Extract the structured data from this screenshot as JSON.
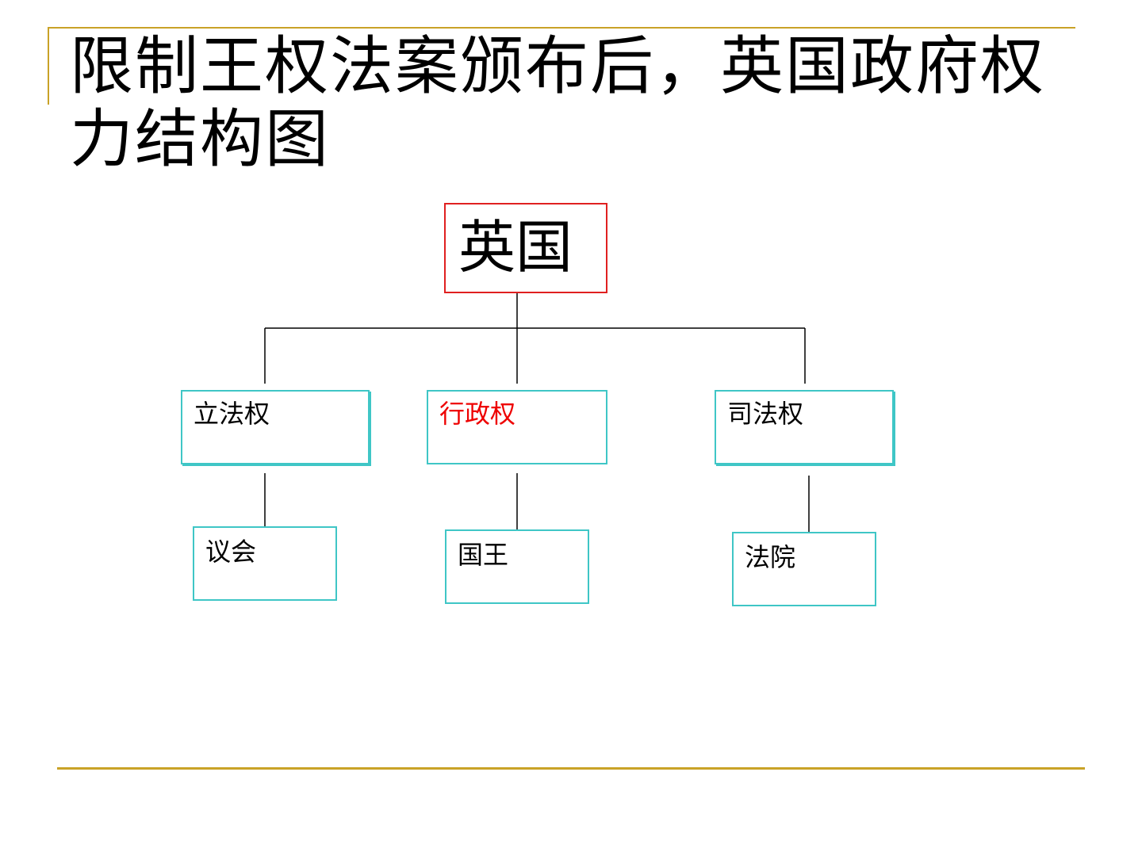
{
  "title": "限制王权法案颁布后，英国政府权力结构图",
  "diagram": {
    "root": {
      "label": "英国"
    },
    "branches": [
      {
        "label": "立法权",
        "child": "议会"
      },
      {
        "label": "行政权",
        "child": "国王"
      },
      {
        "label": "司法权",
        "child": "法院"
      }
    ]
  },
  "colors": {
    "accent_rule": "#c9a227",
    "root_border": "#e02020",
    "box_border": "#3fc6c6",
    "highlight_text": "#ee0000"
  }
}
